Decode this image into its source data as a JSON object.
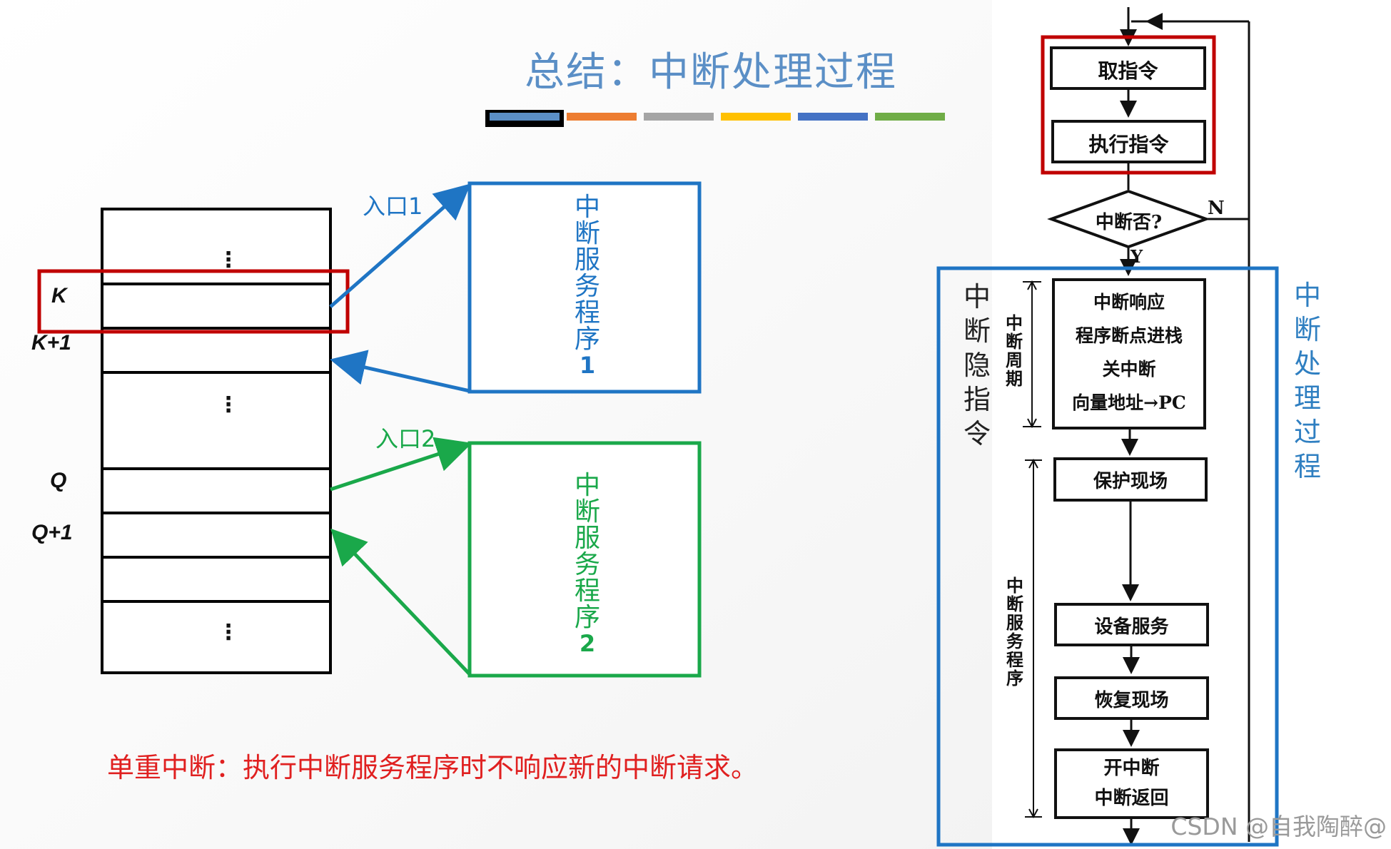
{
  "title": "总结：中断处理过程",
  "colors": {
    "bars": [
      "#5b8fc6",
      "#ed7d31",
      "#a5a5a5",
      "#ffc000",
      "#4472c4",
      "#70ad47"
    ],
    "red": "#c00000",
    "blue": "#1f75c4",
    "green": "#1aa84a"
  },
  "memory": {
    "labels": {
      "k": "K",
      "k1": "K+1",
      "q": "Q",
      "q1": "Q+1"
    },
    "dots": "⋮"
  },
  "isr1": {
    "entry": "入口1",
    "text": "中断服务程序",
    "num": "1"
  },
  "isr2": {
    "entry": "入口2",
    "text": "中断服务程序",
    "num": "2"
  },
  "single_interrupt": "单重中断：执行中断服务程序时不响应新的中断请求。",
  "flowchart": {
    "fetch": "取指令",
    "execute": "执行指令",
    "decision": "中断否?",
    "no": "N",
    "yes": "Y",
    "cycle_lines": [
      "中断响应",
      "程序断点进栈",
      "关中断",
      "向量地址→PC"
    ],
    "save": "保护现场",
    "service": "设备服务",
    "restore": "恢复现场",
    "end_lines": [
      "开中断",
      "中断返回"
    ],
    "cycle_label": "中断周期",
    "isr_label": "中断服务程序"
  },
  "hidden_instruction": "中断隐指令",
  "process_label": "中断处理过程",
  "watermark": "CSDN @自我陶醉@"
}
